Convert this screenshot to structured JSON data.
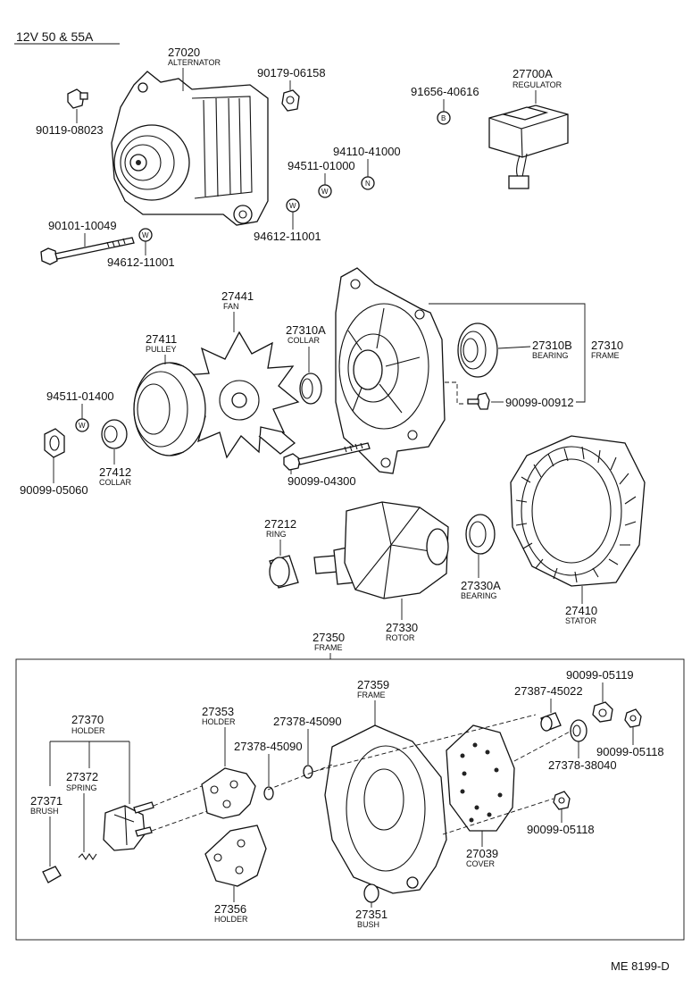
{
  "header": {
    "title": "12V 50 & 55A"
  },
  "footer": {
    "code": "ME 8199-D"
  },
  "parts": {
    "alternator": {
      "num": "27020",
      "name": "ALTERNATOR"
    },
    "p90179": {
      "num": "90179-06158"
    },
    "p90119": {
      "num": "90119-08023"
    },
    "p91656": {
      "num": "91656-40616",
      "mark": "B"
    },
    "regulator": {
      "num": "27700A",
      "name": "REGULATOR"
    },
    "p94110": {
      "num": "94110-41000",
      "mark": "N"
    },
    "p94511a": {
      "num": "94511-01000",
      "mark": "W"
    },
    "p94612a": {
      "num": "94612-11001",
      "mark": "W"
    },
    "p90101": {
      "num": "90101-10049"
    },
    "p94612b": {
      "num": "94612-11001",
      "mark": "W"
    },
    "fan": {
      "num": "27441",
      "name": "FAN"
    },
    "collar_a": {
      "num": "27310A",
      "name": "COLLAR"
    },
    "pulley": {
      "num": "27411",
      "name": "PULLEY"
    },
    "bearing_b": {
      "num": "27310B",
      "name": "BEARING"
    },
    "frame_f": {
      "num": "27310",
      "name": "FRAME"
    },
    "p94511b": {
      "num": "94511-01400",
      "mark": "W"
    },
    "p90099_00912": {
      "num": "90099-00912"
    },
    "p90099_05060": {
      "num": "90099-05060"
    },
    "collar_b": {
      "num": "27412",
      "name": "COLLAR"
    },
    "p90099_04300": {
      "num": "90099-04300"
    },
    "ring": {
      "num": "27212",
      "name": "RING"
    },
    "bearing_a": {
      "num": "27330A",
      "name": "BEARING"
    },
    "rotor": {
      "num": "27330",
      "name": "ROTOR"
    },
    "stator": {
      "num": "27410",
      "name": "STATOR"
    },
    "frame_r": {
      "num": "27350",
      "name": "FRAME"
    },
    "holder_r": {
      "num": "27370",
      "name": "HOLDER"
    },
    "holder_a": {
      "num": "27353",
      "name": "HOLDER"
    },
    "frame_sub": {
      "num": "27359",
      "name": "FRAME"
    },
    "p90099_05119": {
      "num": "90099-05119"
    },
    "p27387": {
      "num": "27387-45022"
    },
    "p27378_a": {
      "num": "27378-45090"
    },
    "p27378_b": {
      "num": "27378-45090"
    },
    "p90099_05118a": {
      "num": "90099-05118"
    },
    "spring": {
      "num": "27372",
      "name": "SPRING"
    },
    "p27378_c": {
      "num": "27378-38040"
    },
    "brush": {
      "num": "27371",
      "name": "BRUSH"
    },
    "p90099_05118b": {
      "num": "90099-05118"
    },
    "cover": {
      "num": "27039",
      "name": "COVER"
    },
    "holder_b": {
      "num": "27356",
      "name": "HOLDER"
    },
    "bush": {
      "num": "27351",
      "name": "BUSH"
    }
  }
}
